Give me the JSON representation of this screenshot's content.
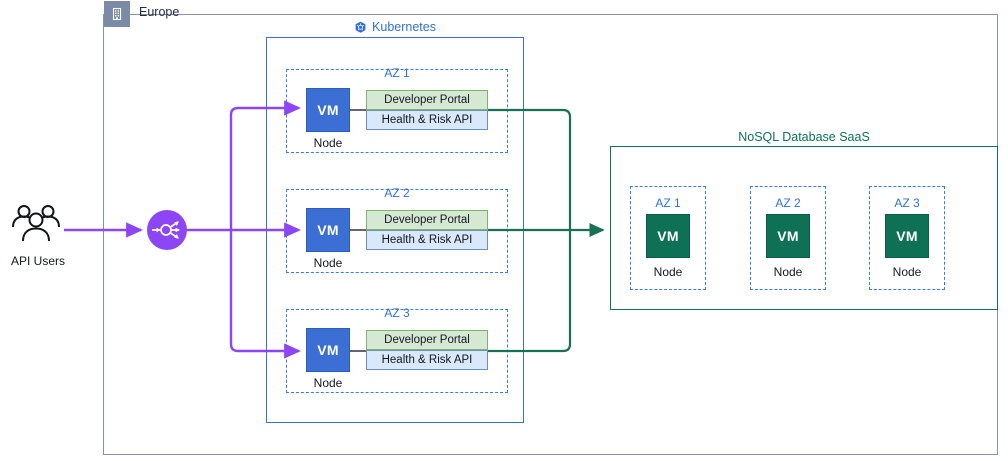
{
  "region": {
    "label": "Europe",
    "icon": "building-icon",
    "badge_color": "#7b8aa5",
    "border_color": "#8a92a6"
  },
  "cluster": {
    "title": "Kubernetes",
    "icon": "kubernetes-helm-icon",
    "title_color": "#2f72d8",
    "border_color": "#3b6fd4",
    "zones": [
      {
        "title": "AZ 1",
        "vm_label": "VM",
        "node_label": "Node",
        "services": [
          {
            "name": "Developer Portal",
            "fill": "#d5e8d4",
            "stroke": "#82b366"
          },
          {
            "name": "Health & Risk API",
            "fill": "#dae8fc",
            "stroke": "#6c8ebf"
          }
        ]
      },
      {
        "title": "AZ 2",
        "vm_label": "VM",
        "node_label": "Node",
        "services": [
          {
            "name": "Developer Portal",
            "fill": "#d5e8d4",
            "stroke": "#82b366"
          },
          {
            "name": "Health & Risk API",
            "fill": "#dae8fc",
            "stroke": "#6c8ebf"
          }
        ]
      },
      {
        "title": "AZ 3",
        "vm_label": "VM",
        "node_label": "Node",
        "services": [
          {
            "name": "Developer Portal",
            "fill": "#d5e8d4",
            "stroke": "#82b366"
          },
          {
            "name": "Health & Risk API",
            "fill": "#dae8fc",
            "stroke": "#6c8ebf"
          }
        ]
      }
    ]
  },
  "database": {
    "title": "NoSQL Database SaaS",
    "title_color": "#0e7156",
    "border_color": "#0e7156",
    "vm_fill": "#0e7156",
    "zones": [
      {
        "title": "AZ 1",
        "vm_label": "VM",
        "node_label": "Node"
      },
      {
        "title": "AZ 2",
        "vm_label": "VM",
        "node_label": "Node"
      },
      {
        "title": "AZ 3",
        "vm_label": "VM",
        "node_label": "Node"
      }
    ]
  },
  "users": {
    "label": "API Users",
    "icon": "users-group-icon"
  },
  "load_balancer": {
    "icon": "load-balancer-icon",
    "color": "#8c46f5"
  },
  "connections": {
    "ingress_color": "#8c46f5",
    "data_color": "#1a7055"
  }
}
